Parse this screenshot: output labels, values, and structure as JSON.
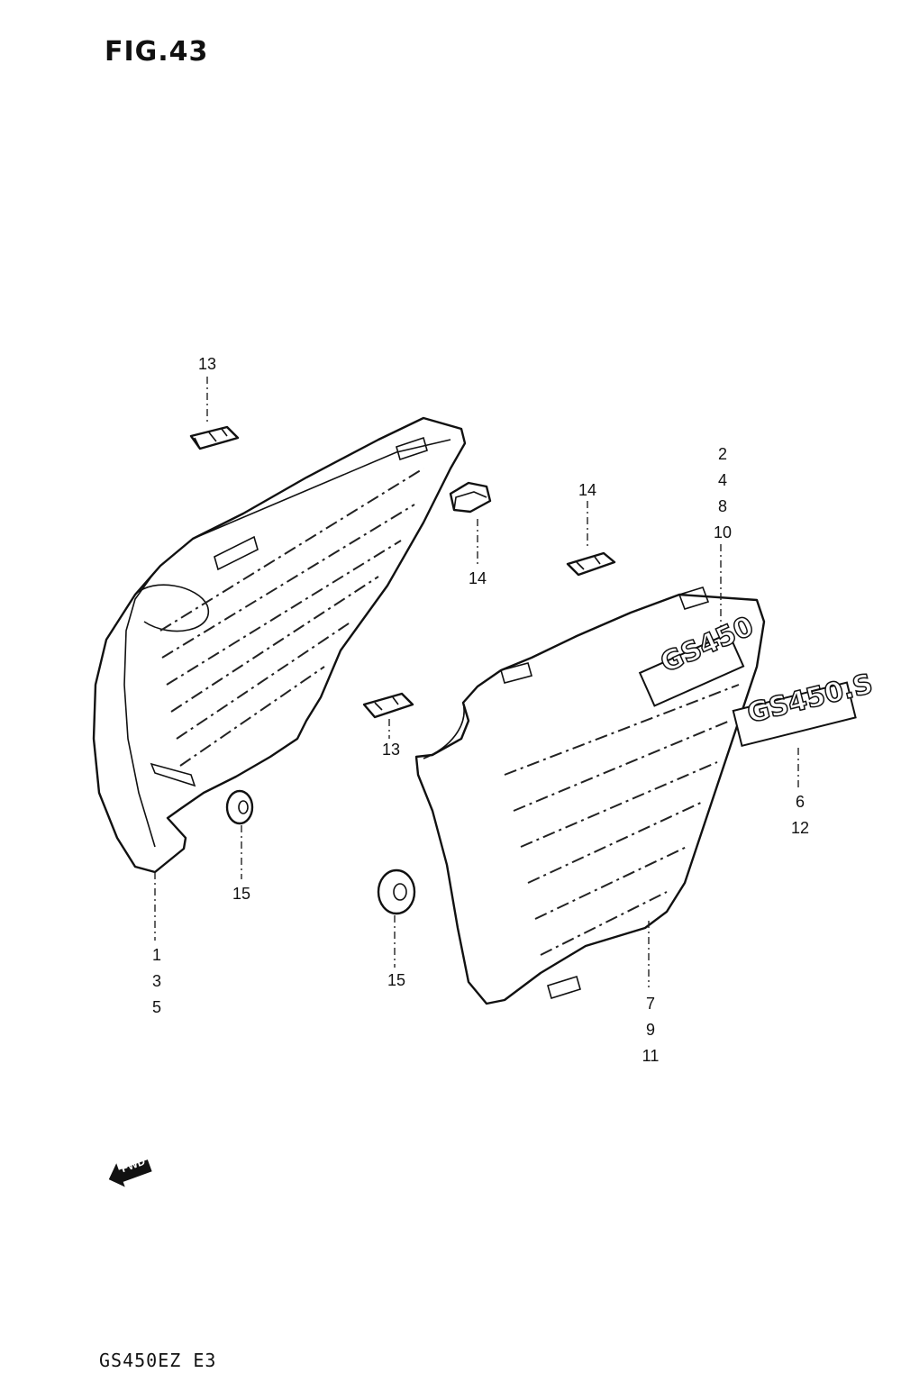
{
  "figure": {
    "title": "FIG.43",
    "footer": "GS450EZ E3"
  },
  "callouts": {
    "left_top_13": "13",
    "left_14": "14",
    "right_14": "14",
    "center_13": "13",
    "left_15": "15",
    "center_15": "15",
    "left_stack": [
      "1",
      "3",
      "5"
    ],
    "top_right_stack": [
      "2",
      "4",
      "8",
      "10"
    ],
    "right_stack_a": [
      "6",
      "12"
    ],
    "right_stack_b": [
      "7",
      "9",
      "11"
    ]
  },
  "emblems": {
    "on_cover": "GS450",
    "loose": "GS450.S"
  },
  "fwd_marker": "FWD"
}
